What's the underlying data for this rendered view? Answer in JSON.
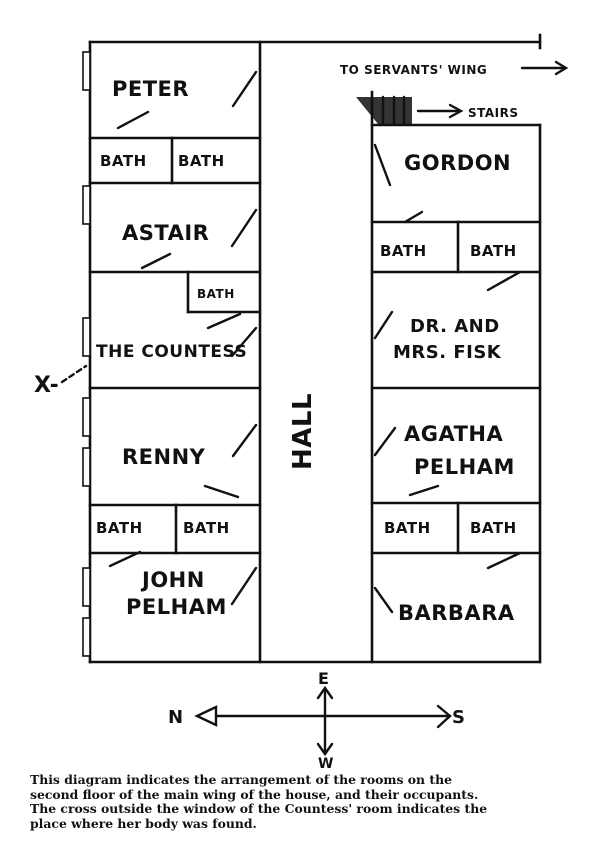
{
  "plan": {
    "hall": "HALL",
    "to_servants_wing": "TO SERVANTS' WING",
    "stairs": "STAIRS",
    "x_mark": "X-",
    "rooms_left": [
      "PETER",
      "BATH",
      "BATH",
      "ASTAIR",
      "BATH",
      "THE COUNTESS",
      "RENNY",
      "BATH",
      "BATH",
      "JOHN",
      "PELHAM"
    ],
    "rooms_right": [
      "GORDON",
      "BATH",
      "BATH",
      "DR. AND",
      "MRS. FISK",
      "AGATHA",
      "PELHAM",
      "BATH",
      "BATH",
      "BARBARA"
    ]
  },
  "compass": {
    "north": "N",
    "south": "S",
    "east": "E",
    "west": "W"
  },
  "caption": {
    "lines": [
      "This diagram indicates the arrangement of the rooms on the",
      "second floor of the main wing of the house, and their occupants.",
      "The cross outside the window of the Countess' room indicates the",
      "place where her body was found."
    ]
  },
  "colors": {
    "ink": "#111111",
    "paper": "#ffffff"
  }
}
